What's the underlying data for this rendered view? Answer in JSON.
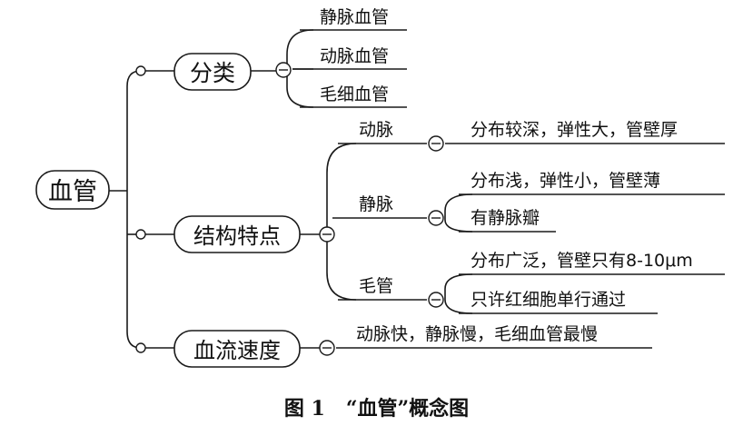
{
  "root": {
    "label": "血管"
  },
  "branches": [
    {
      "label": "分类",
      "items": [
        "静脉血管",
        "动脉血管",
        "毛细血管"
      ]
    },
    {
      "label": "结构特点",
      "groups": [
        {
          "label": "动脉",
          "items": [
            "分布较深，弹性大，管壁厚"
          ]
        },
        {
          "label": "静脉",
          "items": [
            "分布浅，弹性小，管壁薄",
            "有静脉瓣"
          ]
        },
        {
          "label": "毛管",
          "items": [
            "分布广泛，管壁只有8-10μm",
            "只许红细胞单行通过"
          ]
        }
      ]
    },
    {
      "label": "血流速度",
      "items": [
        "动脉快，静脉慢，毛细血管最慢"
      ]
    }
  ],
  "caption": {
    "number": "图 1",
    "title": "“血管”概念图"
  },
  "colors": {
    "line": "#1a1a1a",
    "text": "#111111",
    "background": "#ffffff"
  }
}
